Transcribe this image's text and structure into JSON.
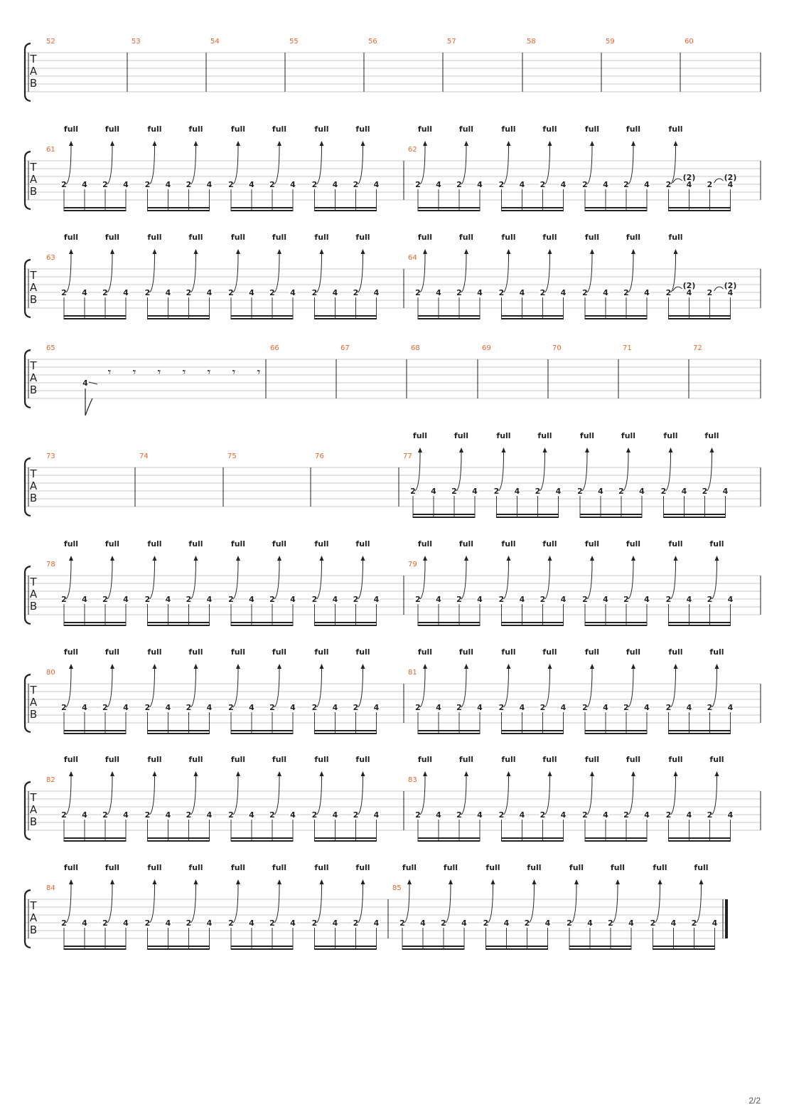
{
  "document": {
    "page_label": "2/2",
    "tab_clef": [
      "T",
      "A",
      "B"
    ],
    "bend_label": "full",
    "held_note_label": "(2)",
    "colors": {
      "measure_number": "#e8642c",
      "staff_line": "#c8c8c8",
      "ink": "#222222"
    }
  },
  "systems": [
    {
      "measures": [
        {
          "number": "52",
          "content": "empty"
        },
        {
          "number": "53",
          "content": "empty"
        },
        {
          "number": "54",
          "content": "empty"
        },
        {
          "number": "55",
          "content": "empty"
        },
        {
          "number": "56",
          "content": "empty"
        },
        {
          "number": "57",
          "content": "empty"
        },
        {
          "number": "58",
          "content": "empty"
        },
        {
          "number": "59",
          "content": "empty"
        },
        {
          "number": "60",
          "content": "empty"
        }
      ]
    },
    {
      "measures": [
        {
          "number": "61",
          "content": "bend-riff"
        },
        {
          "number": "62",
          "content": "bend-riff-hold"
        }
      ]
    },
    {
      "measures": [
        {
          "number": "63",
          "content": "bend-riff"
        },
        {
          "number": "64",
          "content": "bend-riff-hold"
        }
      ]
    },
    {
      "measures": [
        {
          "number": "65",
          "content": "slide-rests"
        },
        {
          "number": "66",
          "content": "empty"
        },
        {
          "number": "67",
          "content": "empty"
        },
        {
          "number": "68",
          "content": "empty"
        },
        {
          "number": "69",
          "content": "empty"
        },
        {
          "number": "70",
          "content": "empty"
        },
        {
          "number": "71",
          "content": "empty"
        },
        {
          "number": "72",
          "content": "empty"
        }
      ]
    },
    {
      "measures": [
        {
          "number": "73",
          "content": "empty"
        },
        {
          "number": "74",
          "content": "empty"
        },
        {
          "number": "75",
          "content": "empty"
        },
        {
          "number": "76",
          "content": "empty"
        },
        {
          "number": "77",
          "content": "bend-riff"
        }
      ]
    },
    {
      "measures": [
        {
          "number": "78",
          "content": "bend-riff"
        },
        {
          "number": "79",
          "content": "bend-riff"
        }
      ]
    },
    {
      "measures": [
        {
          "number": "80",
          "content": "bend-riff"
        },
        {
          "number": "81",
          "content": "bend-riff"
        }
      ]
    },
    {
      "measures": [
        {
          "number": "82",
          "content": "bend-riff"
        },
        {
          "number": "83",
          "content": "bend-riff"
        }
      ]
    },
    {
      "measures": [
        {
          "number": "84",
          "content": "bend-riff"
        },
        {
          "number": "85",
          "content": "bend-riff",
          "final_barline": true
        }
      ]
    }
  ],
  "riff": {
    "groups": [
      {
        "frets": [
          "2",
          "4",
          "2",
          "4"
        ],
        "bends": [
          true,
          false,
          true,
          false
        ]
      },
      {
        "frets": [
          "2",
          "4",
          "2",
          "4"
        ],
        "bends": [
          true,
          false,
          true,
          false
        ]
      },
      {
        "frets": [
          "2",
          "4",
          "2",
          "4"
        ],
        "bends": [
          true,
          false,
          true,
          false
        ]
      },
      {
        "frets": [
          "2",
          "4",
          "2",
          "4"
        ],
        "bends": [
          true,
          false,
          true,
          false
        ]
      }
    ]
  },
  "slide_measure": {
    "fret": "4",
    "rest_count": 7
  }
}
